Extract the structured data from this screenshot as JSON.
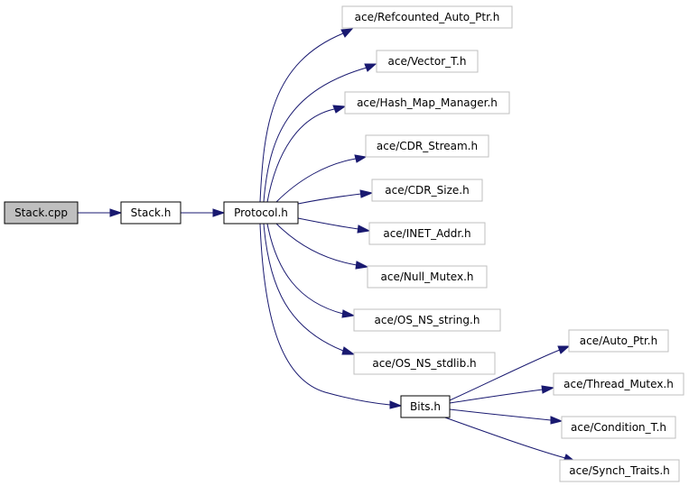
{
  "diagram": {
    "colors": {
      "edge": "#191970",
      "root_fill": "#bfbfbf",
      "node_border": "#bfbfbf",
      "expanded_border": "#000000"
    },
    "nodes": {
      "stack_cpp": "Stack.cpp",
      "stack_h": "Stack.h",
      "protocol_h": "Protocol.h",
      "refcounted_auto_ptr_h": "ace/Refcounted_Auto_Ptr.h",
      "vector_t_h": "ace/Vector_T.h",
      "hash_map_manager_h": "ace/Hash_Map_Manager.h",
      "cdr_stream_h": "ace/CDR_Stream.h",
      "cdr_size_h": "ace/CDR_Size.h",
      "inet_addr_h": "ace/INET_Addr.h",
      "null_mutex_h": "ace/Null_Mutex.h",
      "os_ns_string_h": "ace/OS_NS_string.h",
      "os_ns_stdlib_h": "ace/OS_NS_stdlib.h",
      "bits_h": "Bits.h",
      "auto_ptr_h": "ace/Auto_Ptr.h",
      "thread_mutex_h": "ace/Thread_Mutex.h",
      "condition_t_h": "ace/Condition_T.h",
      "synch_traits_h": "ace/Synch_Traits.h"
    }
  }
}
